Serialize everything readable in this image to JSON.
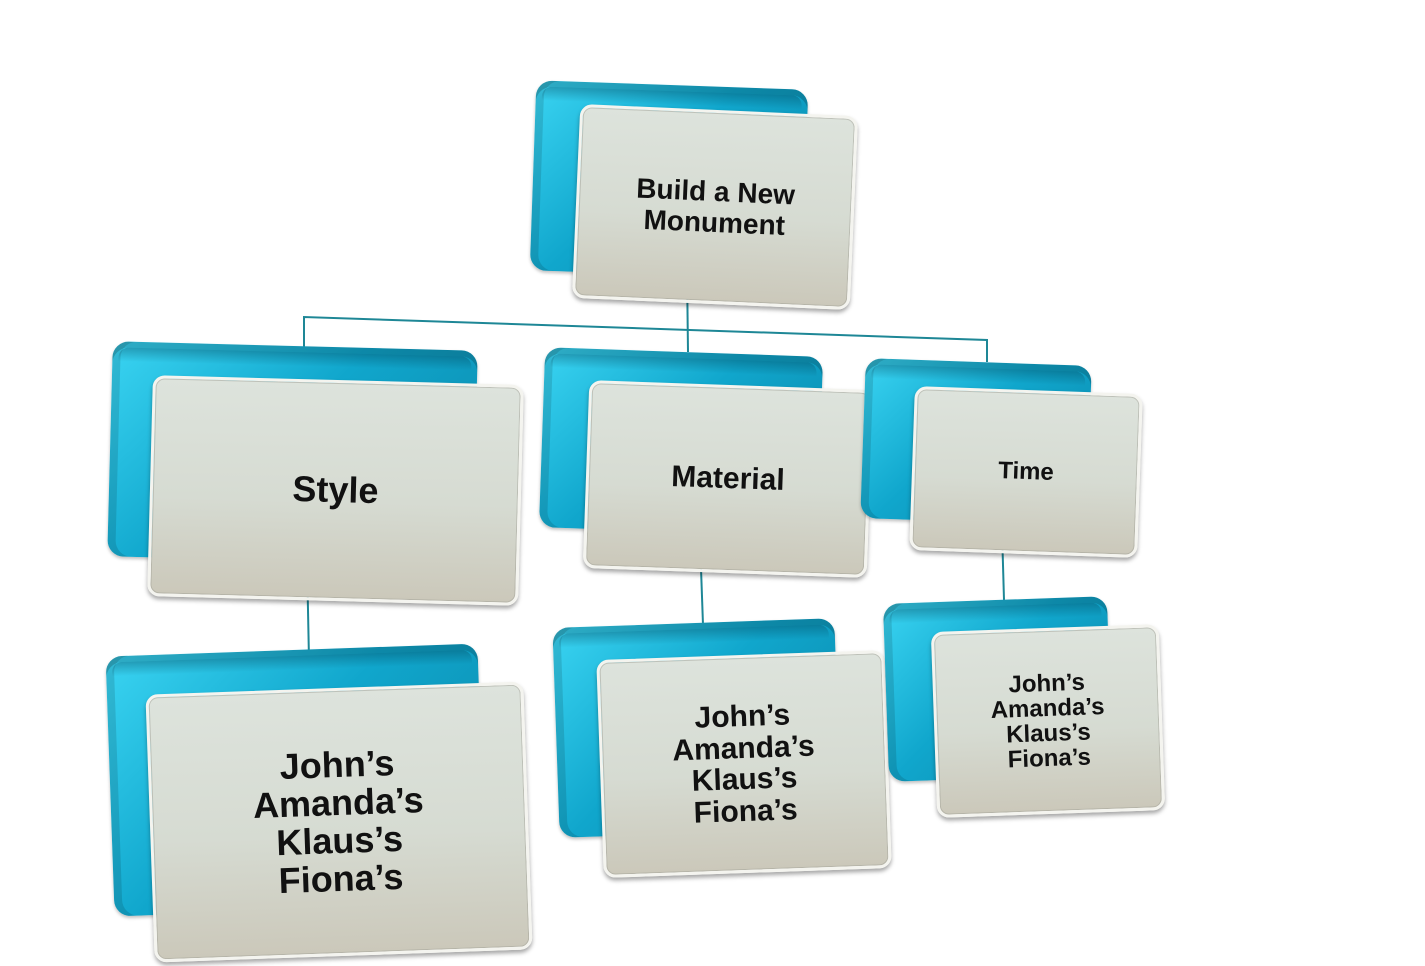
{
  "diagram": {
    "root": {
      "label_line1": "Build a New",
      "label_line2": "Monument"
    },
    "categories": [
      {
        "label": "Style",
        "members": [
          "John’s",
          "Amanda’s",
          "Klaus’s",
          "Fiona’s"
        ]
      },
      {
        "label": "Material",
        "members": [
          "John’s",
          "Amanda’s",
          "Klaus’s",
          "Fiona’s"
        ]
      },
      {
        "label": "Time",
        "members": [
          "John’s",
          "Amanda’s",
          "Klaus’s",
          "Fiona’s"
        ]
      }
    ],
    "colors": {
      "connector": "#1e8796",
      "box_back": "#10a6cc",
      "box_front": "#d6dbd2"
    }
  }
}
